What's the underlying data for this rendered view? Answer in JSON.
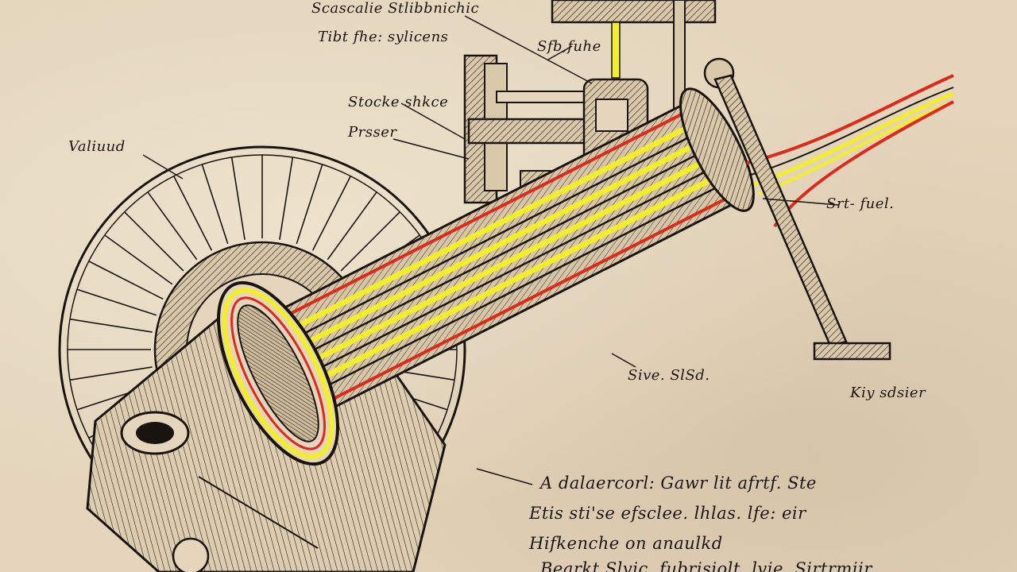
{
  "labels": {
    "top_line1": "Scascalie Stlibbnichic",
    "top_line2": "Tibt fhe: sylicens",
    "mount_label": "Sfb,fuhe",
    "bracket_label1": "Stocke shkce",
    "bracket_label2": "Prsser",
    "wheel_label": "Valiuud",
    "wire_label": "Srt- fuel.",
    "stand_label": "Kiy sdsier",
    "tube_label": "Sive. SlSd."
  },
  "notes": [
    "A dalaercorl: Gawr lit afrtf. Ste",
    "Etis sti'se efsclee. lhlas. lfe: eir",
    "Hifkenche on anaulkd",
    "Bearkt Slvic. fubrisiolt. lvie. Sirtrmiir"
  ],
  "colors": {
    "paper": "#e4d5bc",
    "ink": "#1a1410",
    "wire_red": "#e0281c",
    "wire_yellow": "#f2ee2a"
  }
}
